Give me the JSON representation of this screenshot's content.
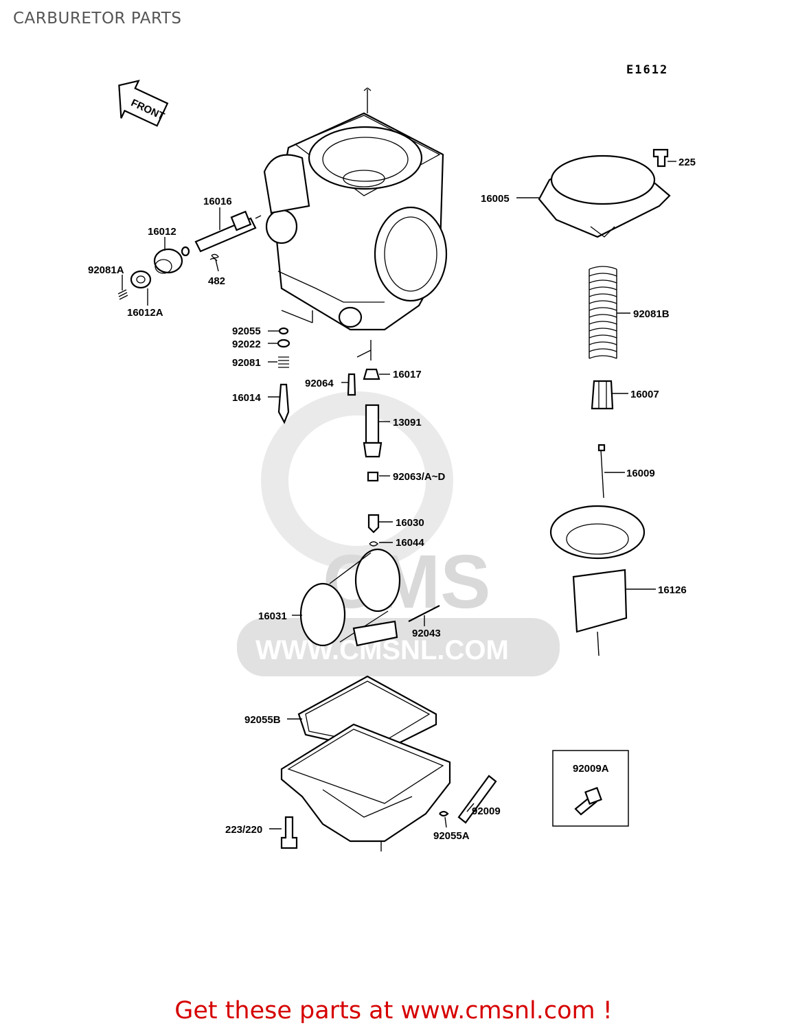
{
  "page": {
    "title": "CARBURETOR PARTS"
  },
  "diagram": {
    "code": "E1612",
    "front_label": "FRONT",
    "watermark": {
      "brand": "CMS",
      "url": "WWW.CMSNL.COM"
    },
    "parts": {
      "p16016": "16016",
      "p16012": "16012",
      "p92081A": "92081A",
      "p16012A": "16012A",
      "p482": "482",
      "p92055": "92055",
      "p92022": "92022",
      "p92081": "92081",
      "p16014": "16014",
      "p92064": "92064",
      "p16017": "16017",
      "p13091": "13091",
      "p92063": "92063/A~D",
      "p16030": "16030",
      "p16044": "16044",
      "p16031": "16031",
      "p92043": "92043",
      "p225": "225",
      "p16005": "16005",
      "p92081B": "92081B",
      "p16007": "16007",
      "p16009": "16009",
      "p16126": "16126",
      "p92055B": "92055B",
      "p92009": "92009",
      "p92055A": "92055A",
      "p223": "223/220",
      "p92009A": "92009A"
    }
  },
  "footer": {
    "cta": "Get these parts at www.cmsnl.com !"
  }
}
